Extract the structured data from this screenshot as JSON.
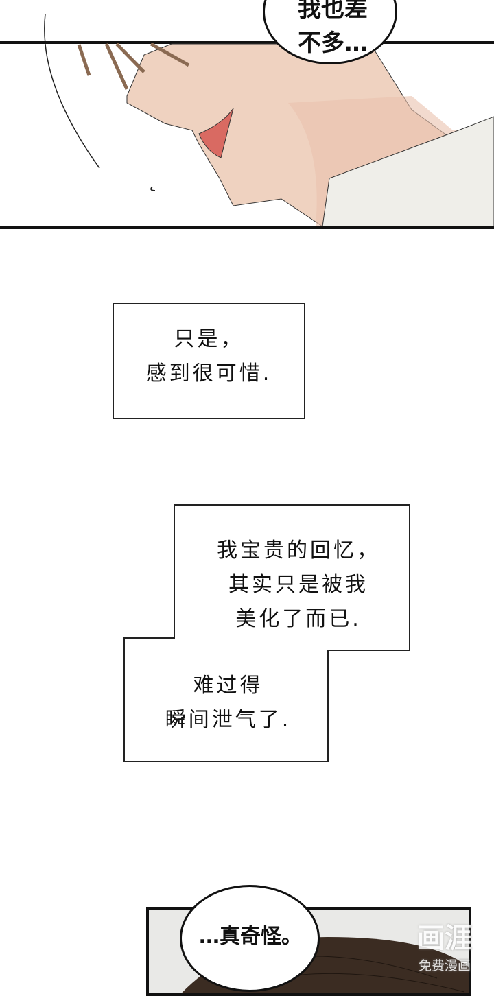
{
  "panel1": {
    "speech": "我也差\n不多…"
  },
  "caption1": {
    "text": "只是，\n感到很可惜."
  },
  "caption2": {
    "upper": "我宝贵的回忆，\n其实只是被我\n美化了而已.",
    "lower": "难过得\n瞬间泄气了."
  },
  "panel_last": {
    "speech": "…真奇怪。"
  },
  "watermark": {
    "logo": "画涯",
    "tagline": "免费漫画"
  }
}
